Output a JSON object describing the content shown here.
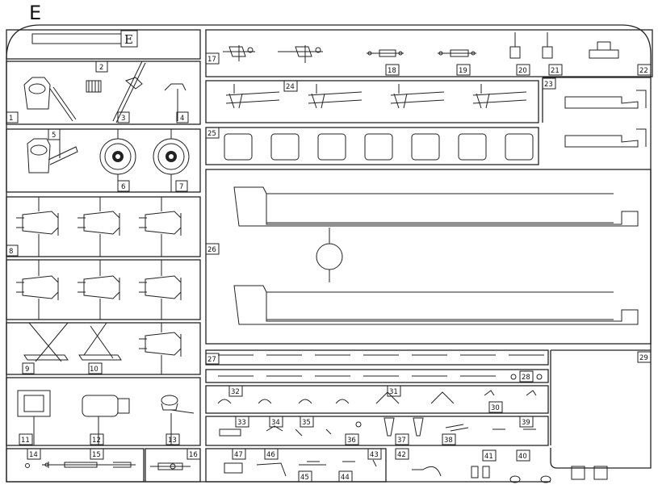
{
  "sprue_letter": "E",
  "tab_letter": "E",
  "part_numbers": [
    "1",
    "2",
    "3",
    "4",
    "5",
    "6",
    "7",
    "8",
    "9",
    "10",
    "11",
    "12",
    "13",
    "14",
    "15",
    "16",
    "17",
    "18",
    "19",
    "20",
    "21",
    "22",
    "23",
    "24",
    "25",
    "26",
    "27",
    "28",
    "29",
    "30",
    "31",
    "32",
    "33",
    "34",
    "35",
    "36",
    "37",
    "38",
    "39",
    "40",
    "41",
    "42",
    "43",
    "44",
    "45",
    "46",
    "47"
  ]
}
